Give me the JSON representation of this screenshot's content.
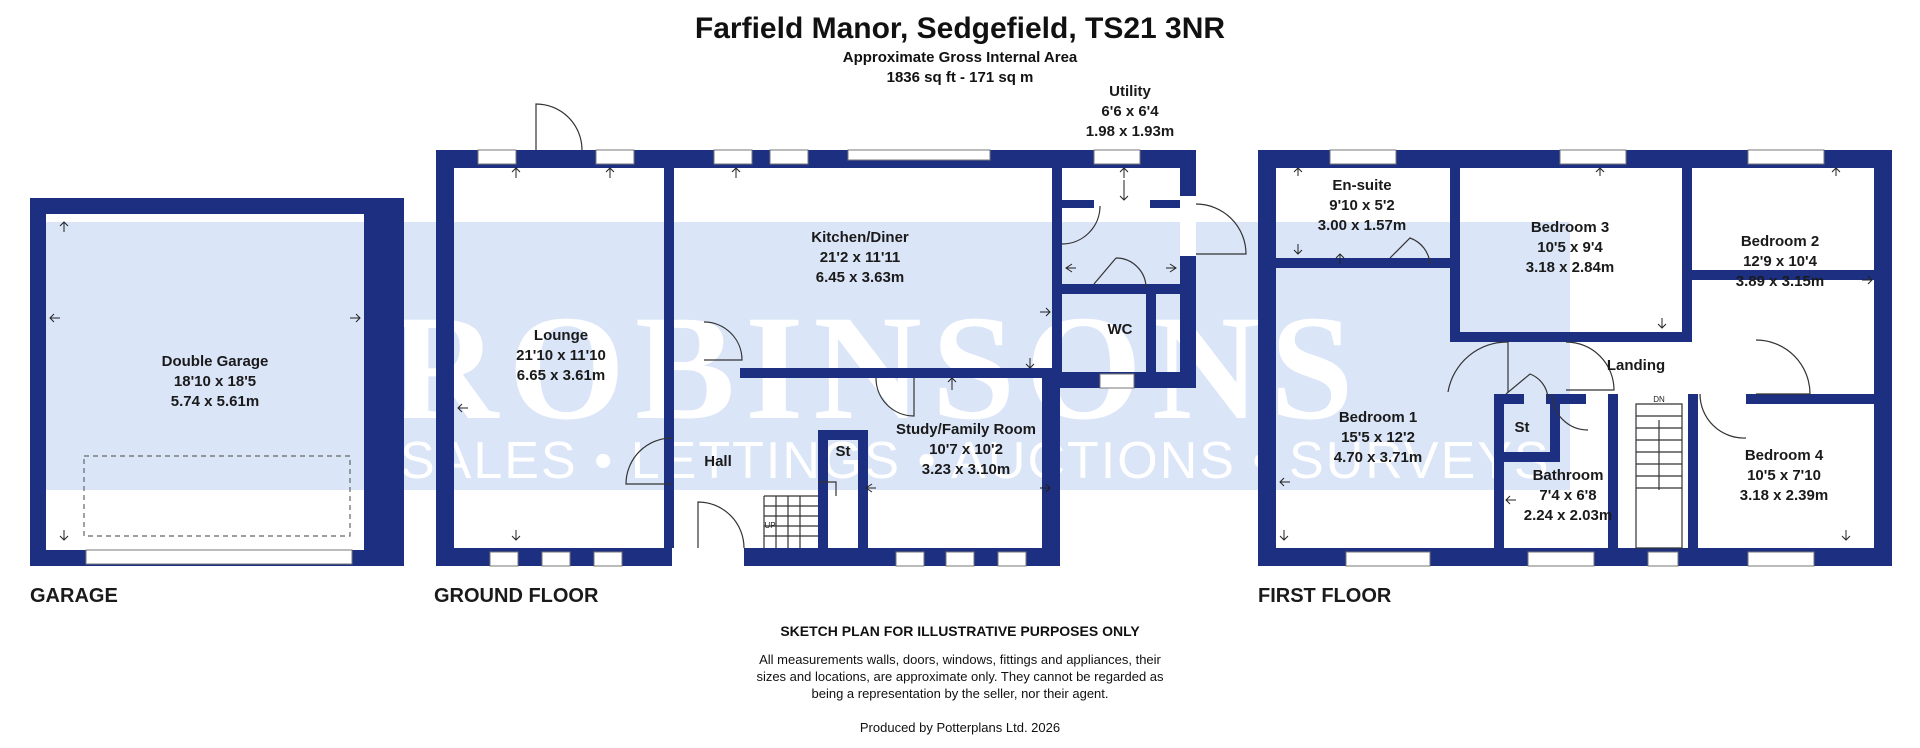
{
  "header": {
    "title": "Farfield Manor, Sedgefield, TS21 3NR",
    "area_label": "Approximate Gross Internal Area",
    "area_value": "1836 sq ft - 171 sq m"
  },
  "watermark": {
    "brand": "ROBINSONS",
    "services": "SALES • LETTINGS • AUCTIONS • SURVEYS",
    "color": "#dbe5f8"
  },
  "colors": {
    "wall": "#1c2f80"
  },
  "floors": {
    "garage": "GARAGE",
    "ground": "GROUND FLOOR",
    "first": "FIRST FLOOR"
  },
  "rooms": {
    "garage": {
      "name": "Double Garage",
      "imperial": "18'10 x 18'5",
      "metric": "5.74 x 5.61m"
    },
    "lounge": {
      "name": "Lounge",
      "imperial": "21'10 x 11'10",
      "metric": "6.65 x 3.61m"
    },
    "kitchen": {
      "name": "Kitchen/Diner",
      "imperial": "21'2 x 11'11",
      "metric": "6.45 x 3.63m"
    },
    "utility": {
      "name": "Utility",
      "imperial": "6'6 x 6'4",
      "metric": "1.98 x 1.93m"
    },
    "wc": {
      "name": "WC"
    },
    "hall": {
      "name": "Hall"
    },
    "study": {
      "name": "Study/Family Room",
      "imperial": "10'7 x 10'2",
      "metric": "3.23 x 3.10m"
    },
    "st_ground": {
      "name": "St"
    },
    "ensuite": {
      "name": "En-suite",
      "imperial": "9'10 x 5'2",
      "metric": "3.00 x 1.57m"
    },
    "bedroom3": {
      "name": "Bedroom 3",
      "imperial": "10'5 x 9'4",
      "metric": "3.18 x 2.84m"
    },
    "bedroom2": {
      "name": "Bedroom 2",
      "imperial": "12'9 x 10'4",
      "metric": "3.89 x 3.15m"
    },
    "landing": {
      "name": "Landing"
    },
    "bedroom1": {
      "name": "Bedroom 1",
      "imperial": "15'5 x 12'2",
      "metric": "4.70 x 3.71m"
    },
    "st_first": {
      "name": "St"
    },
    "bathroom": {
      "name": "Bathroom",
      "imperial": "7'4 x 6'8",
      "metric": "2.24 x 2.03m"
    },
    "bedroom4": {
      "name": "Bedroom 4",
      "imperial": "10'5 x 7'10",
      "metric": "3.18 x 2.39m"
    }
  },
  "stairs": {
    "up": "UP",
    "down": "DN"
  },
  "footer": {
    "heading": "SKETCH PLAN FOR ILLUSTRATIVE PURPOSES ONLY",
    "disclaimer_line1": "All measurements walls, doors, windows, fittings and appliances, their",
    "disclaimer_line2": "sizes and locations, are approximate only. They cannot be regarded as",
    "disclaimer_line3": "being a representation by the seller, nor their agent.",
    "credit": "Produced by Potterplans Ltd. 2026"
  }
}
